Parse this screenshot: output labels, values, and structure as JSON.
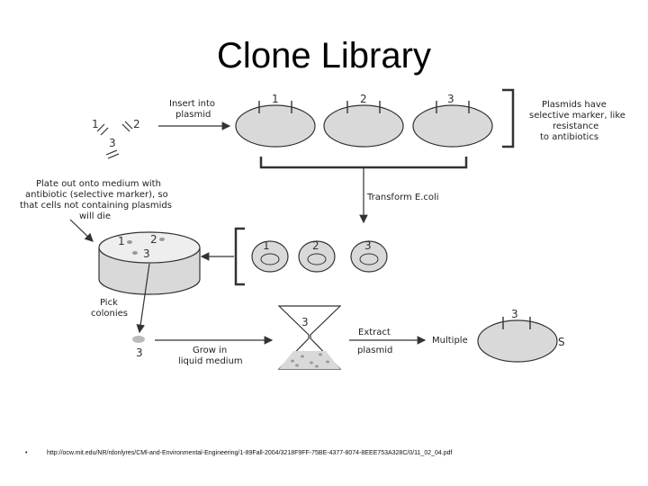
{
  "title": "Clone Library",
  "labels": {
    "insert_line1": "Insert into",
    "insert_line2": "plasmid",
    "plasmids_line1": "Plasmids have",
    "plasmids_line2": "selective marker, like",
    "plasmids_line3": "resistance",
    "plasmids_line4": "to antibiotics",
    "plate_line1": "Plate out onto medium with",
    "plate_line2": "antibiotic (selective marker), so",
    "plate_line3": "that cells not containing plasmids",
    "plate_line4": "will die",
    "transform": "Transform E.coli",
    "pick_line1": "Pick",
    "pick_line2": "colonies",
    "grow_line1": "Grow in",
    "grow_line2": "liquid medium",
    "extract_line1": "Extract",
    "extract_line2": "plasmid",
    "multiple": "Multiple",
    "s": "S"
  },
  "numbers": {
    "n1": "1",
    "n2": "2",
    "n3": "3"
  },
  "footer": {
    "bullet": "•",
    "url": "http://ocw.mit.edu/NR/rdonlyres/CMl-and-Environmental-Engineering/1-89Fall-2004/3218F9FF-75BE-4377-8074-8EEE753A328C/0/11_02_04.pdf"
  },
  "colors": {
    "fill_gray": "#d9d9d9",
    "stroke": "#333333"
  }
}
